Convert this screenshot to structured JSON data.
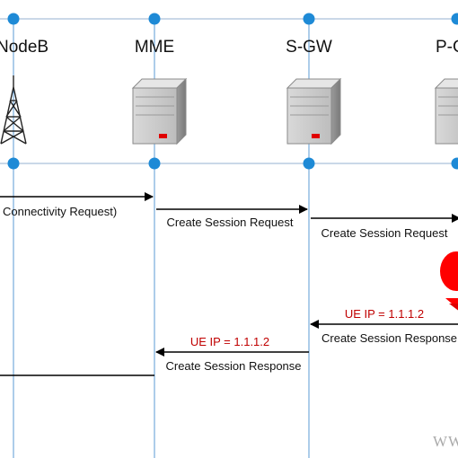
{
  "nodes": {
    "enodeb": "NodeB",
    "mme": "MME",
    "sgw": "S-GW",
    "pgw": "P-G"
  },
  "messages": {
    "pdn_request": "Connectivity Request)",
    "create_session_req_1": "Create Session Request",
    "create_session_req_2": "Create Session Request",
    "create_session_resp_1": "Create Session Response",
    "create_session_resp_2": "Create Session Response"
  },
  "annotations": {
    "ue_ip_1": "UE IP = 1.1.1.2",
    "ue_ip_2": "UE IP = 1.1.1.2"
  },
  "watermark": "WW",
  "colors": {
    "lifeline": "#5b9bd5",
    "dot": "#1e8ad6",
    "ip_text": "#c00000",
    "alert": "#ff0000"
  },
  "icons": {
    "enodeb": "cell-tower-icon",
    "mme": "server-icon",
    "sgw": "server-icon",
    "pgw": "server-icon",
    "pgw_event": "alert-burst-icon"
  }
}
